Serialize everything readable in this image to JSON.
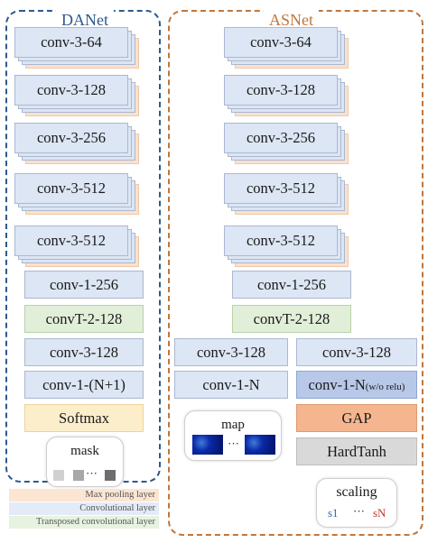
{
  "danet": {
    "title": "DANet",
    "stacks": [
      "conv-3-64",
      "conv-3-128",
      "conv-3-256",
      "conv-3-512",
      "conv-3-512"
    ],
    "layers": [
      "conv-1-256",
      "convT-2-128",
      "conv-3-128",
      "conv-1-(N+1)"
    ],
    "softmax": "Softmax",
    "mask": {
      "title": "mask",
      "dots": "···"
    }
  },
  "asnet": {
    "title": "ASNet",
    "stacks": [
      "conv-3-64",
      "conv-3-128",
      "conv-3-256",
      "conv-3-512",
      "conv-3-512"
    ],
    "layers": [
      "conv-1-256",
      "convT-2-128"
    ],
    "left_branch": [
      "conv-3-128",
      "conv-1-N"
    ],
    "right_branch": {
      "conv": "conv-3-128",
      "conv_nr": "conv-1-N",
      "conv_nr_sub": "(w/o relu)",
      "gap": "GAP",
      "hardtanh": "HardTanh"
    },
    "map": {
      "title": "map",
      "dots": "···"
    },
    "scaling": {
      "title": "scaling",
      "s1": "s1",
      "dots": "···",
      "sN": "sN"
    }
  },
  "legend": {
    "items": [
      "Max pooling layer",
      "Convolutional layer",
      "Transposed convolutional layer"
    ]
  },
  "colors": {
    "danet_border": "#2d5a8c",
    "asnet_border": "#c0763c",
    "conv": "#dce6f4",
    "pool": "#fbe1cc",
    "transposed": "#e1efd9",
    "softmax": "#fdeecb",
    "gap": "#f4b58f",
    "hardtanh": "#d9d9d9",
    "s1": "#2b6cb0",
    "sN": "#c0392b"
  }
}
